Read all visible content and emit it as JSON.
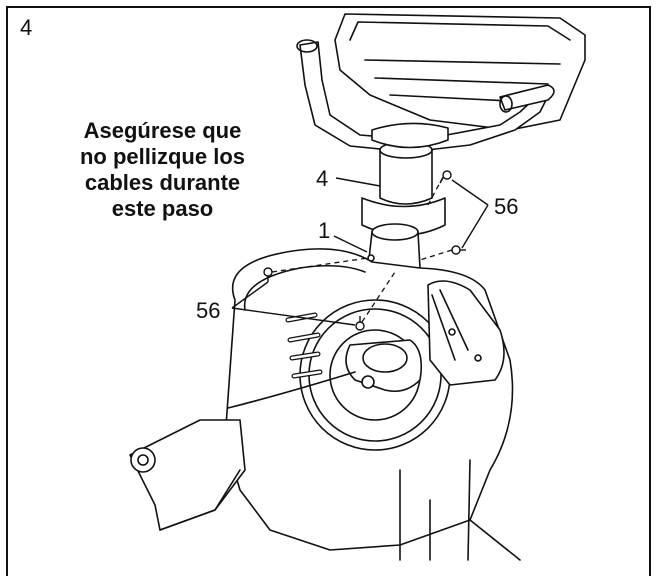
{
  "step": {
    "number": "4"
  },
  "warning": {
    "lines": [
      "Asegúrese que",
      "no pellizque los",
      "cables durante",
      "este paso"
    ]
  },
  "callouts": {
    "part_4": "4",
    "part_1": "1",
    "part_56_right": "56",
    "part_56_left": "56"
  }
}
